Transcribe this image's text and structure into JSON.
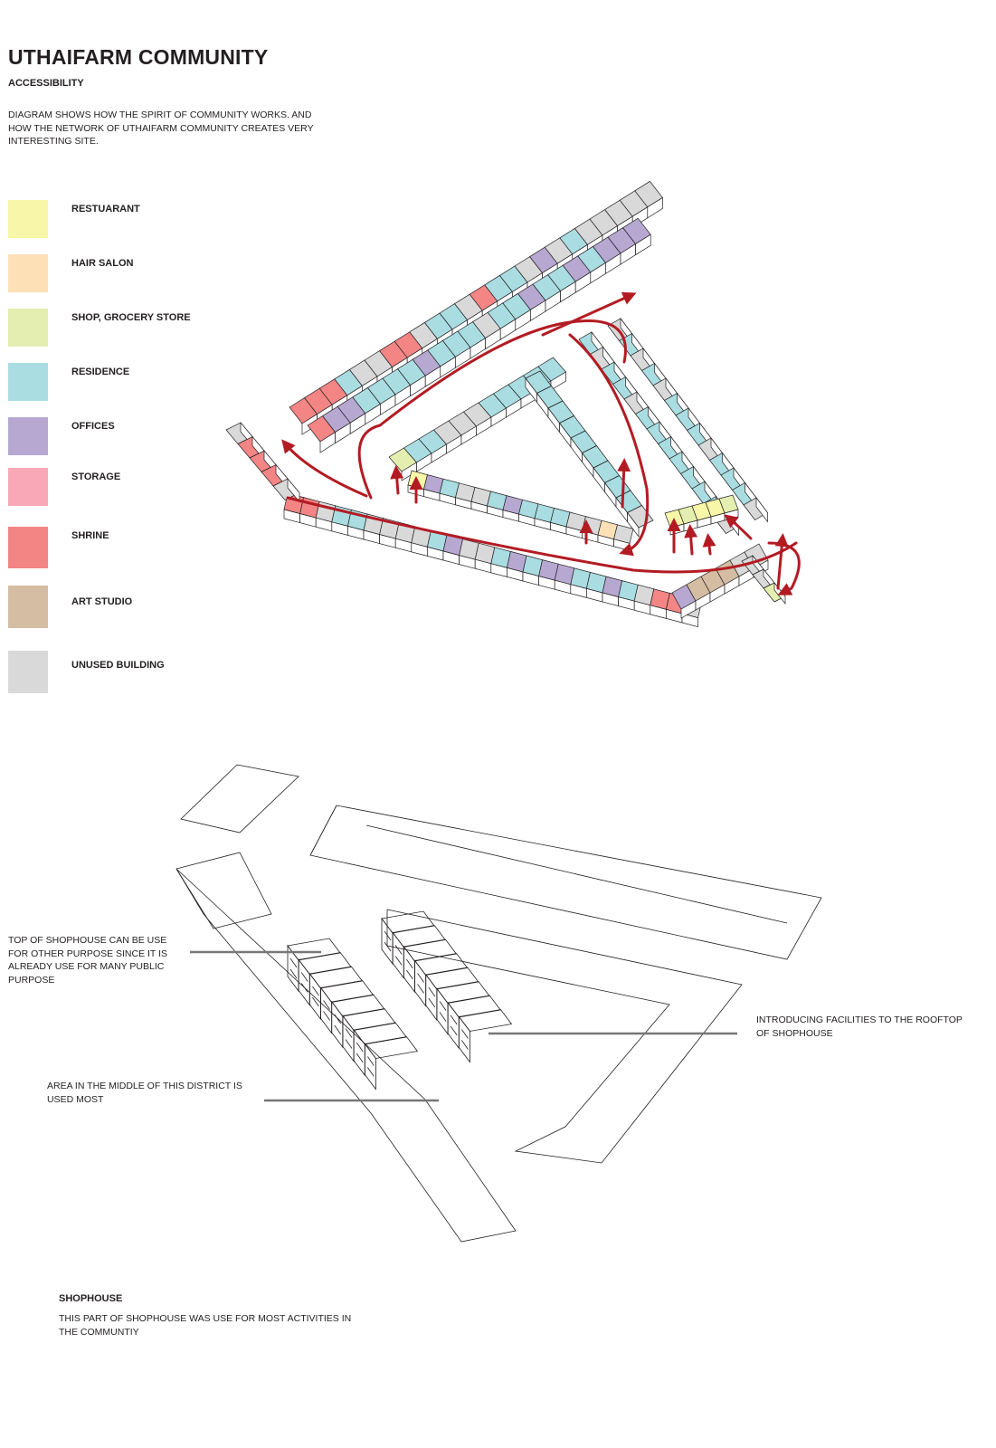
{
  "header": {
    "title": "UTHAIFARM COMMUNITY",
    "subtitle": "ACCESSIBILITY",
    "description": "DIAGRAM SHOWS HOW THE SPIRIT OF COMMUNITY WORKS. AND HOW THE NETWORK OF UTHAIFARM COMMUNITY CREATES VERY INTERESTING SITE."
  },
  "legend": {
    "items": [
      {
        "label": "RESTUARANT",
        "color": "#f8f6a8"
      },
      {
        "label": "HAIR SALON",
        "color": "#fde0b6"
      },
      {
        "label": "SHOP, GROCERY STORE",
        "color": "#e3eeb0"
      },
      {
        "label": "RESIDENCE",
        "color": "#a9dde2"
      },
      {
        "label": "OFFICES",
        "color": "#b7a8d2"
      },
      {
        "label": "STORAGE",
        "color": "#f9a8b7"
      },
      {
        "label": "SHRINE",
        "color": "#f38585"
      },
      {
        "label": "ART STUDIO",
        "color": "#d4bda2"
      },
      {
        "label": "UNUSED BUILDING",
        "color": "#d9d9d9"
      }
    ]
  },
  "colors": {
    "arrow": "#b31b23",
    "outline": "#231f20",
    "roof": "#ffffff"
  },
  "annotations": {
    "rooftop_use": "TOP OF SHOPHOUSE CAN BE USE FOR OTHER PURPOSE SINCE IT IS ALREADY USE FOR MANY PUBLIC PURPOSE",
    "middle_area": "AREA IN THE MIDDLE OF THIS DISTRICT IS USED MOST",
    "rooftop_facilities": "INTRODUCING FACILITIES TO THE ROOFTOP OF SHOPHOUSE"
  },
  "shophouse": {
    "title": "SHOPHOUSE",
    "description": "THIS PART OF SHOPHOUSE WAS USE FOR MOST ACTIVITIES IN THE COMMUNTIY"
  }
}
